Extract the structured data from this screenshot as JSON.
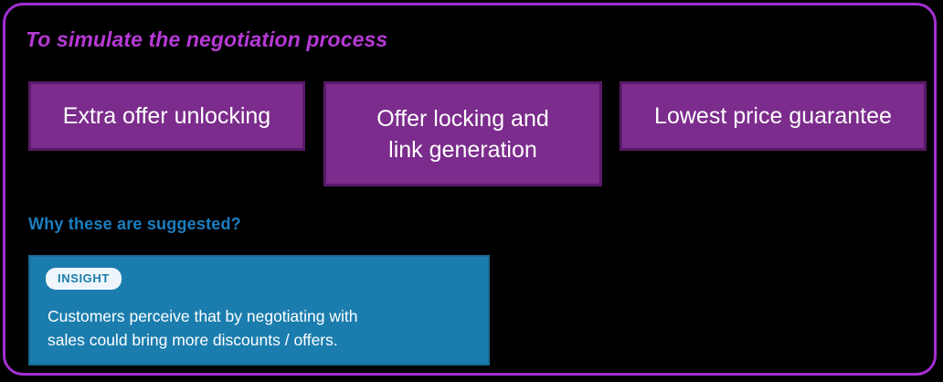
{
  "panel": {
    "border_color": "#a32fd2",
    "background": "#000000"
  },
  "section": {
    "title": "To simulate the negotiation process",
    "title_color": "#b63ad6"
  },
  "suggestions": {
    "card_fill": "#7b2c8c",
    "card_border": "#591a69",
    "items": [
      {
        "label": "Extra offer unlocking"
      },
      {
        "label": "Offer locking and\nlink generation"
      },
      {
        "label": "Lowest price guarantee"
      }
    ]
  },
  "why": {
    "title": "Why these are suggested?",
    "title_color": "#1b7ec0"
  },
  "insight": {
    "badge": "INSIGHT",
    "text": "Customers perceive that by negotiating with\nsales could bring more discounts / offers.",
    "card_color": "#1b7dae",
    "badge_background": "#eef6fb",
    "badge_text_color": "#1b7dae"
  }
}
